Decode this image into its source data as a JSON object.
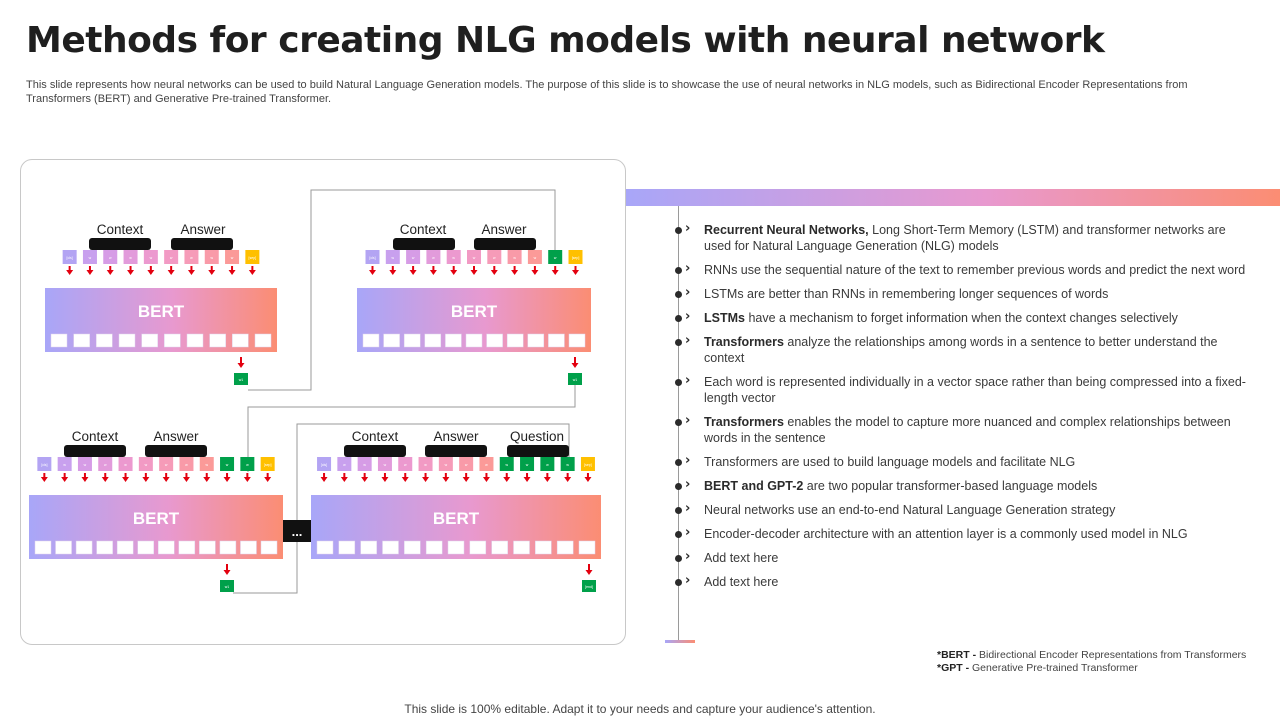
{
  "title": "Methods for creating NLG models with neural network",
  "subtitle": "This slide represents how neural networks can be used to build Natural Language Generation models. The purpose of this slide is to showcase the use of neural networks in NLG models, such as Bidirectional Encoder Representations from Transformers (BERT) and Generative Pre-trained Transformer.",
  "diagram": {
    "block_label": "BERT",
    "context_label": "Context",
    "answer_label": "Answer",
    "question_label": "Question",
    "ellipsis": "...",
    "token_cls": "[cls]",
    "token_sep": "[sep]",
    "token_word": "w",
    "out_token": "w1",
    "out_end": "[end]"
  },
  "bullets": [
    {
      "bold": "Recurrent Neural Networks,",
      "text": " Long Short-Term Memory (LSTM) and transformer networks are used for Natural Language Generation (NLG) models"
    },
    {
      "bold": "",
      "text": "RNNs use the sequential nature of the text to remember previous words and predict the next word"
    },
    {
      "bold": "",
      "text": "LSTMs are better than RNNs in remembering longer sequences of words"
    },
    {
      "bold": "LSTMs",
      "text": " have a mechanism to forget information when the context changes selectively"
    },
    {
      "bold": "Transformers",
      "text": " analyze the relationships among words in a sentence to better understand the context"
    },
    {
      "bold": "",
      "text": "Each word is represented individually in a vector space rather than being compressed into a fixed-length vector"
    },
    {
      "bold": "Transformers",
      "text": " enables the model to capture more nuanced and complex relationships between words in the sentence"
    },
    {
      "bold": "",
      "text": "Transformers are used to build language models and facilitate NLG"
    },
    {
      "bold": "BERT and GPT-2",
      "text": " are two popular transformer-based language models"
    },
    {
      "bold": "",
      "text": "Neural networks use an end-to-end Natural Language Generation strategy"
    },
    {
      "bold": "",
      "text": "Encoder-decoder architecture with an attention layer is a commonly used model in NLG"
    },
    {
      "bold": "",
      "text": "Add text here"
    },
    {
      "bold": "",
      "text": "Add text here"
    }
  ],
  "footnotes": {
    "bert_abbr": "*BERT -",
    "bert_full": " Bidirectional Encoder Representations from Transformers",
    "gpt_abbr": "*GPT -",
    "gpt_full": " Generative Pre-trained Transformer"
  },
  "footer": "This slide is 100% editable. Adapt it to your needs and capture your audience's attention.",
  "colors": {
    "grad_start": "#a8a6f8",
    "grad_mid": "#e899cf",
    "grad_end": "#fb8d73",
    "arrow_red": "#e3000f",
    "token_green": "#00a04a",
    "token_yellow": "#ffc000",
    "bracket_black": "#111111"
  }
}
